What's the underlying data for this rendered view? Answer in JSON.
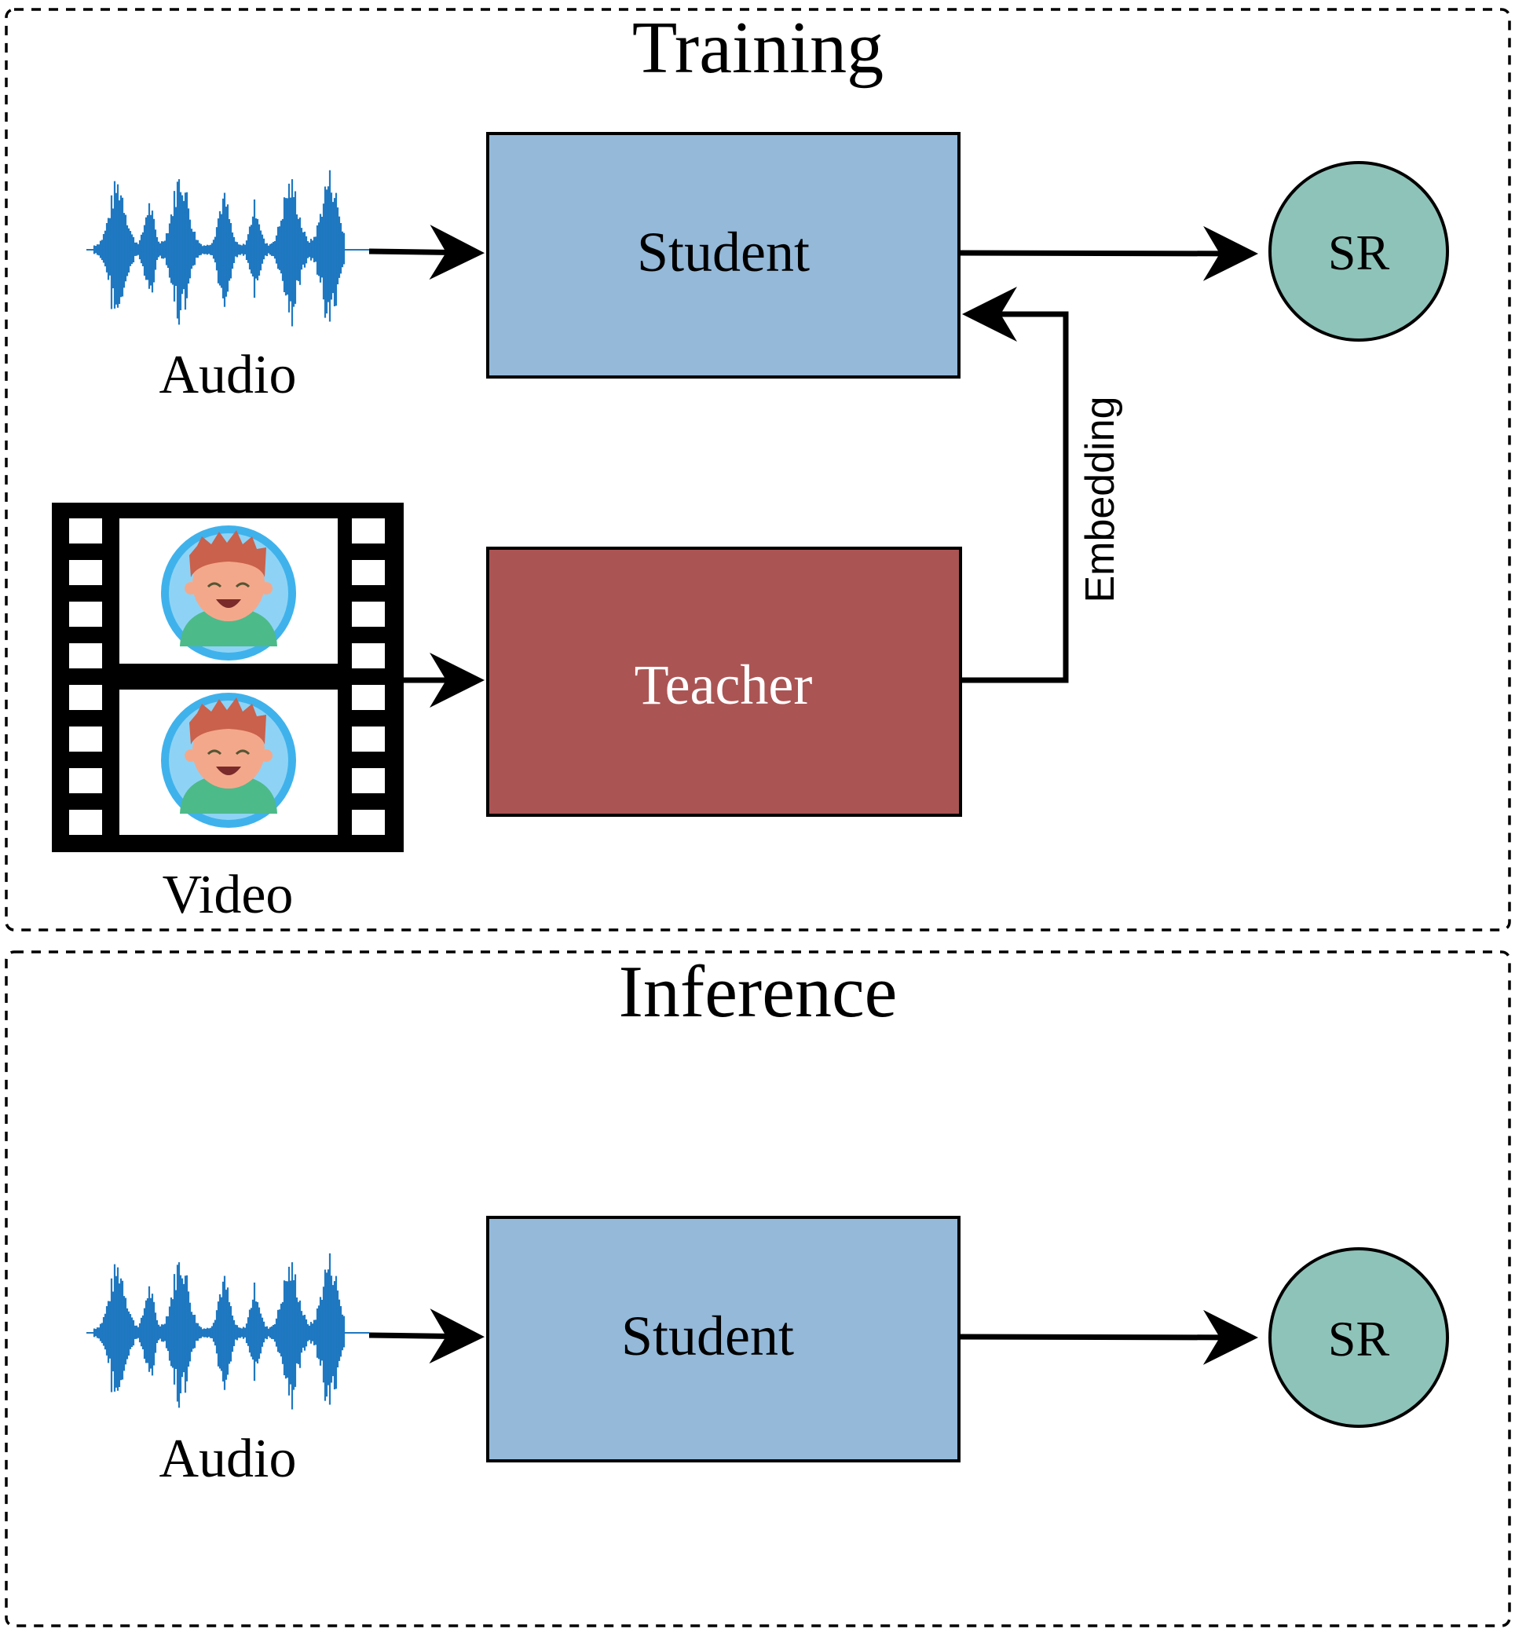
{
  "training": {
    "title": "Training",
    "audio_label": "Audio",
    "video_label": "Video",
    "student_label": "Student",
    "teacher_label": "Teacher",
    "output_label": "SR",
    "embedding_label": "Embedding"
  },
  "inference": {
    "title": "Inference",
    "audio_label": "Audio",
    "student_label": "Student",
    "output_label": "SR"
  },
  "colors": {
    "student_fill": "#94B9D9",
    "teacher_fill": "#AB5454",
    "sr_fill": "#8EC3B9",
    "waveform": "#1F78C1",
    "stroke": "#000000",
    "teacher_text": "#FFFFFF",
    "face_ring": "#3FB2EC",
    "face_bg": "#FFFFFF",
    "face_skin": "#F4A88B",
    "face_hair": "#C9614C",
    "face_shirt": "#4DBA8A"
  },
  "icons": {
    "audio": "waveform-icon",
    "video": "film-strip-icon",
    "face": "boy-face-icon"
  }
}
